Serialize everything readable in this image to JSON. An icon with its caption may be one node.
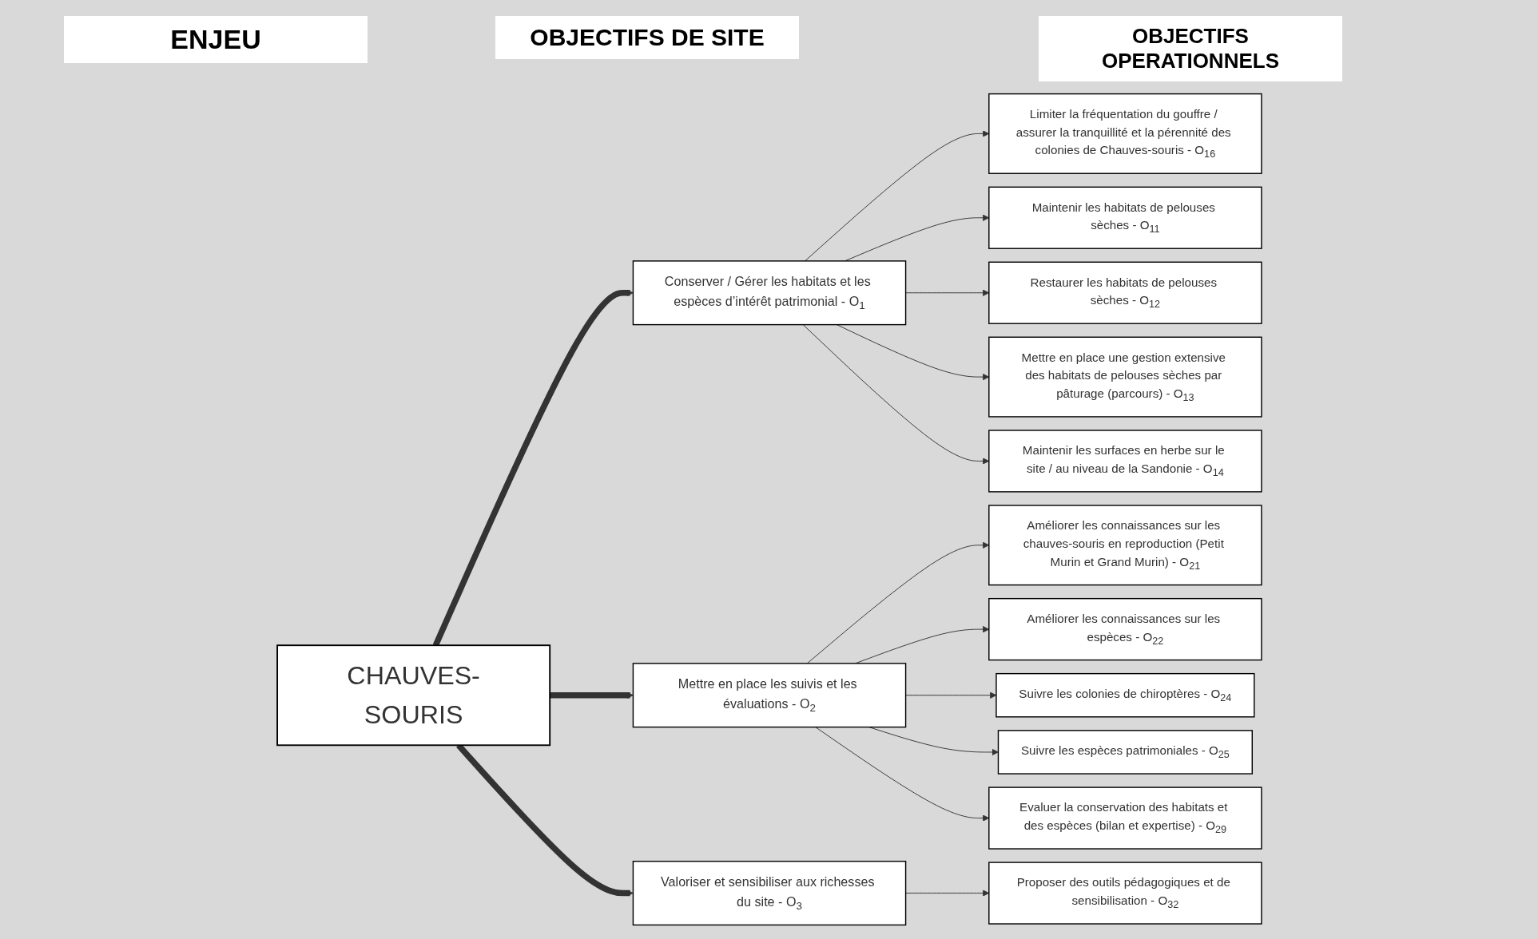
{
  "diagram": {
    "nodes": [
      {
        "text": [
          "CHAUVES-SOURIS"
        ]
      },
      {
        "text": [
          "Conserver / Gérer les habitats et les espèces d’intérêt patrimonial - O$_{1}$"
        ]
      },
      {
        "text": [
          "Mettre en place les suivis et les évaluations - O$_{2}$"
        ]
      },
      {
        "text": [
          "Valoriser et sensibiliser aux richesses du site - O$_{3}$"
        ]
      },
      {
        "text": [
          "Limiter la fréquentation du gouffre / assurer la tranquillité et la pérennité des colonies de Chauves-souris - O$_{16}$"
        ]
      },
      {
        "text": [
          "Maintenir les habitats de pelouses sèches - O$_{11}$"
        ]
      },
      {
        "text": [
          "Restaurer les habitats de pelouses sèches - O$_{12}$"
        ]
      },
      {
        "text": [
          "Mettre en place une gestion extensive des habitats de pelouses sèches par pâturage (parcours) - O$_{13}$"
        ]
      },
      {
        "text": [
          "Maintenir les surfaces en herbe sur le site / au niveau de la Sandonie - O$_{14}$"
        ]
      },
      {
        "text": [
          "Améliorer les connaissances sur les chauves-souris en reproduction (Petit Murin et Grand Murin) - O$_{21}$"
        ]
      },
      {
        "text": [
          "Améliorer les connaissances sur les espèces - O$_{22}$"
        ]
      },
      {
        "text": [
          "Suivre les colonies de chiroptères - O$_{24}$"
        ]
      },
      {
        "text": [
          "Suivre les espèces patrimoniales - O$_{25}$"
        ]
      },
      {
        "text": [
          "Evaluer la conservation des habitats et des espèces (bilan et expertise) - O$_{29}$"
        ]
      },
      {
        "text": [
          "Proposer des outils pédagogiques et de sensibilisation - O$_{32}$"
        ]
      }
    ],
    "edges": [
      {
        "from": 0,
        "to": 1,
        "arrow": "to",
        "style": "thick"
      },
      {
        "from": 0,
        "to": 2,
        "arrow": "to",
        "style": "thick"
      },
      {
        "from": 0,
        "to": 3,
        "arrow": "to",
        "style": "thick"
      },
      {
        "from": 1,
        "to": 4,
        "arrow": "to"
      },
      {
        "from": 1,
        "to": 5,
        "arrow": "to"
      },
      {
        "from": 1,
        "to": 6,
        "arrow": "to"
      },
      {
        "from": 1,
        "to": 7,
        "arrow": "to"
      },
      {
        "from": 1,
        "to": 8,
        "arrow": "to"
      },
      {
        "from": 2,
        "to": 9,
        "arrow": "to"
      },
      {
        "from": 2,
        "to": 10,
        "arrow": "to"
      },
      {
        "from": 2,
        "to": 11,
        "arrow": "to"
      },
      {
        "from": 2,
        "to": 12,
        "arrow": "to"
      },
      {
        "from": 2,
        "to": 13,
        "arrow": "to"
      },
      {
        "from": 3,
        "to": 14,
        "arrow": "to"
      }
    ],
    "labels": [
      "ENJEU",
      "OBJECTIFS DE SITE",
      "OBJECTIFS OPERATIONNELS"
    ]
  }
}
